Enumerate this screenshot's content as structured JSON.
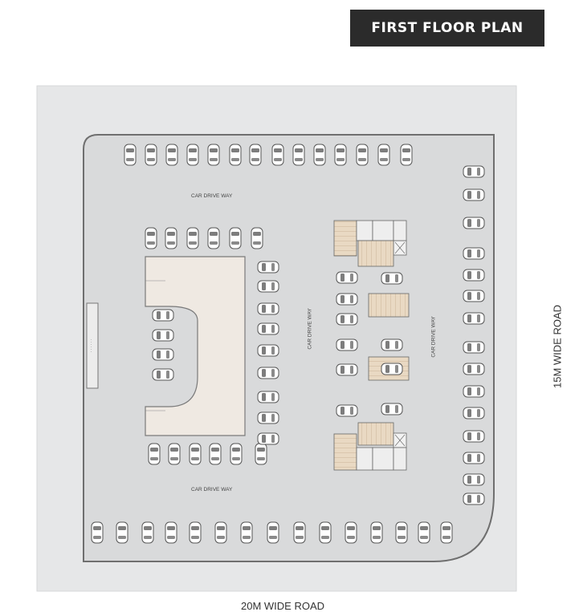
{
  "title": "FIRST FLOOR PLAN",
  "roads": {
    "bottom": "20M WIDE ROAD",
    "right": "15M WIDE ROAD"
  },
  "drive_labels": {
    "top": "CAR DRIVE WAY",
    "bottom": "CAR DRIVE WAY",
    "center": "CAR DRIVE WAY",
    "right": "CAR DRIVE WAY"
  },
  "colors": {
    "site": "#e6e7e8",
    "site_border": "#d6d7d8",
    "parking": "#d9dadb",
    "boundary": "#6f6f6f",
    "block": "#efe9e2",
    "stair": "#e9d9c3",
    "car": "#ffffff",
    "title_bg": "#2b2b2b"
  },
  "icons": [
    "car-icon",
    "staircase-icon",
    "lift-icon"
  ]
}
